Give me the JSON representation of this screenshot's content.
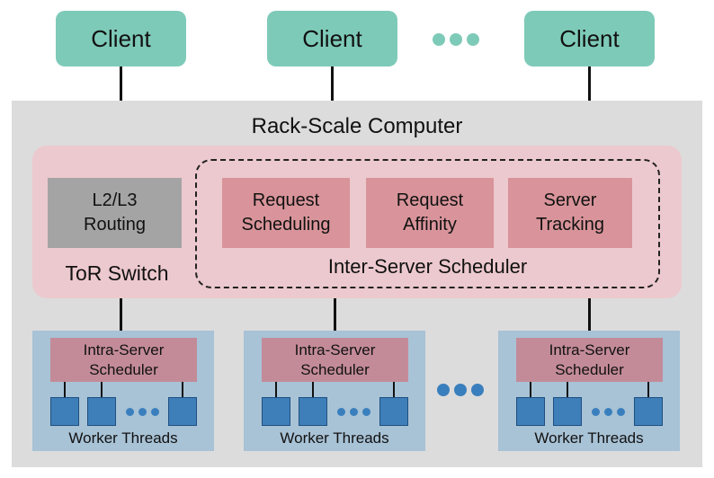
{
  "clients": [
    {
      "label": "Client"
    },
    {
      "label": "Client"
    },
    {
      "label": "Client"
    }
  ],
  "rack": {
    "title": "Rack-Scale Computer",
    "tor_switch": {
      "label": "ToR Switch",
      "routing": [
        "L2/L3",
        "Routing"
      ]
    },
    "inter_server_scheduler": {
      "label": "Inter-Server Scheduler",
      "components": [
        {
          "line1": "Request",
          "line2": "Scheduling"
        },
        {
          "line1": "Request",
          "line2": "Affinity"
        },
        {
          "line1": "Server",
          "line2": "Tracking"
        }
      ]
    },
    "servers": [
      {
        "scheduler_line1": "Intra-Server",
        "scheduler_line2": "Scheduler",
        "threads_label": "Worker Threads"
      },
      {
        "scheduler_line1": "Intra-Server",
        "scheduler_line2": "Scheduler",
        "threads_label": "Worker Threads"
      },
      {
        "scheduler_line1": "Intra-Server",
        "scheduler_line2": "Scheduler",
        "threads_label": "Worker Threads"
      }
    ]
  },
  "colors": {
    "client": "#7ecab8",
    "rack_background": "#dcdcdc",
    "switch_panel": "#ecc9ce",
    "routing_box": "#a4a4a4",
    "scheduler_component": "#d8949a",
    "server_box": "#a8c2d6",
    "intra_scheduler": "#c38b98",
    "worker_thread": "#3e7fb9"
  }
}
